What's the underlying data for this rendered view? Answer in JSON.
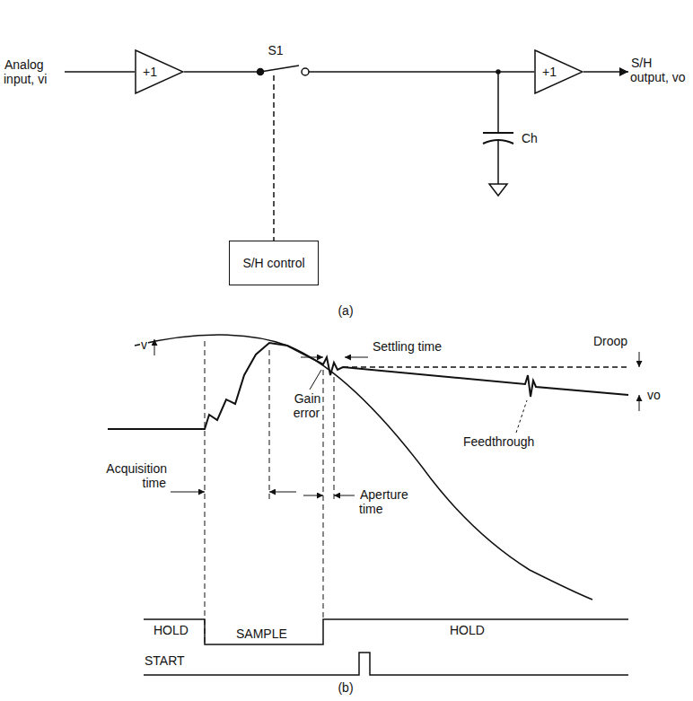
{
  "diagram": {
    "nodes": [
      {
        "text": [
          "+1"
        ]
      },
      {
        "text": [
          "+1"
        ]
      },
      {
        "text": [
          "S/H control"
        ]
      }
    ],
    "labels": [
      "Analog input, vi",
      "S1",
      "Ch",
      "S/H output, vo",
      "(a)",
      "v",
      "Acquisition time",
      "Gain error",
      "Settling time",
      "Droop",
      "vo",
      "Feedthrough",
      "Aperture time",
      "HOLD",
      "SAMPLE",
      "HOLD",
      "START",
      "(b)"
    ]
  }
}
